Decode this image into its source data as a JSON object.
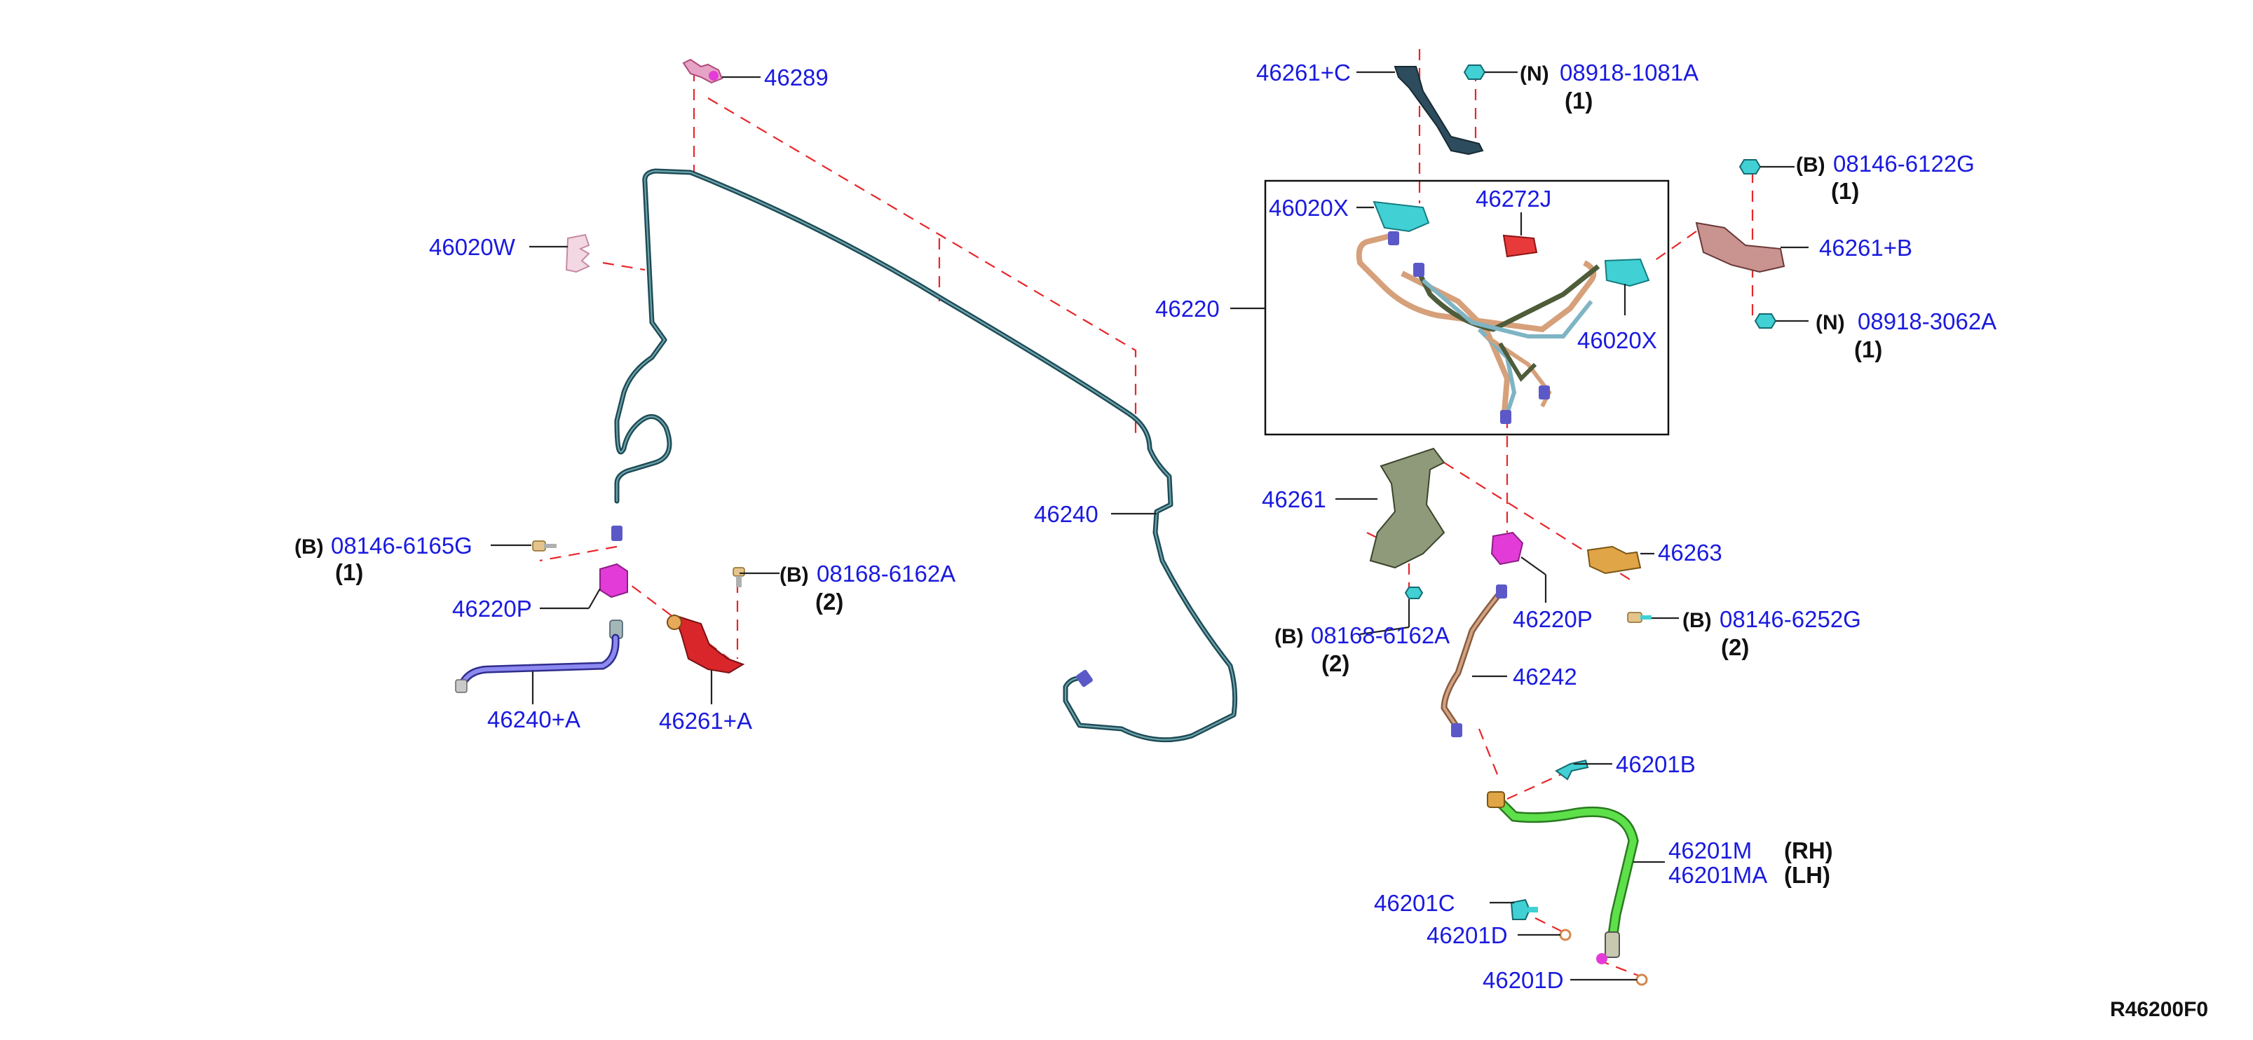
{
  "diagram_code": "R46200F0",
  "colors": {
    "part_number": "#1a1adf",
    "text": "#111111",
    "dashed_guide": "#e8262a",
    "brake_pipe": "#1d4b55",
    "hose_green": "#49d93a",
    "hose_blue": "#6a66d8",
    "bracket_red": "#d8262a",
    "connector_magenta": "#e33bd7",
    "clip_cyan": "#41d0d4"
  },
  "callouts": {
    "p46289": "46289",
    "p46020W": "46020W",
    "b_bolt_left": {
      "prefix": "(B)",
      "number": "08146-6165G",
      "qty": "(1)"
    },
    "p46220P_left": "46220P",
    "b_bolt_08168_left": {
      "prefix": "(B)",
      "number": "08168-6162A",
      "qty": "(2)"
    },
    "p46240A": "46240+A",
    "p46261A": "46261+A",
    "p46240": "46240",
    "p46261C": "46261+C",
    "n_nut_top": {
      "prefix": "(N)",
      "number": "08918-1081A",
      "qty": "(1)"
    },
    "p46020X_a": "46020X",
    "p46272J": "46272J",
    "p46220": "46220",
    "p46020X_b": "46020X",
    "b_bolt_right_top": {
      "prefix": "(B)",
      "number": "08146-6122G",
      "qty": "(1)"
    },
    "p46261B": "46261+B",
    "n_nut_right": {
      "prefix": "(N)",
      "number": "08918-3062A",
      "qty": "(1)"
    },
    "p46261": "46261",
    "p46263": "46263",
    "b_bolt_08168_right": {
      "prefix": "(B)",
      "number": "08168-6162A",
      "qty": "(2)"
    },
    "p46220P_right": "46220P",
    "b_bolt_08146_6252G": {
      "prefix": "(B)",
      "number": "08146-6252G",
      "qty": "(2)"
    },
    "p46242": "46242",
    "p46201B": "46201B",
    "p46201M": {
      "number": "46201M",
      "side": "(RH)"
    },
    "p46201MA": {
      "number": "46201MA",
      "side": "(LH)"
    },
    "p46201C": "46201C",
    "p46201D_a": "46201D",
    "p46201D_b": "46201D"
  }
}
